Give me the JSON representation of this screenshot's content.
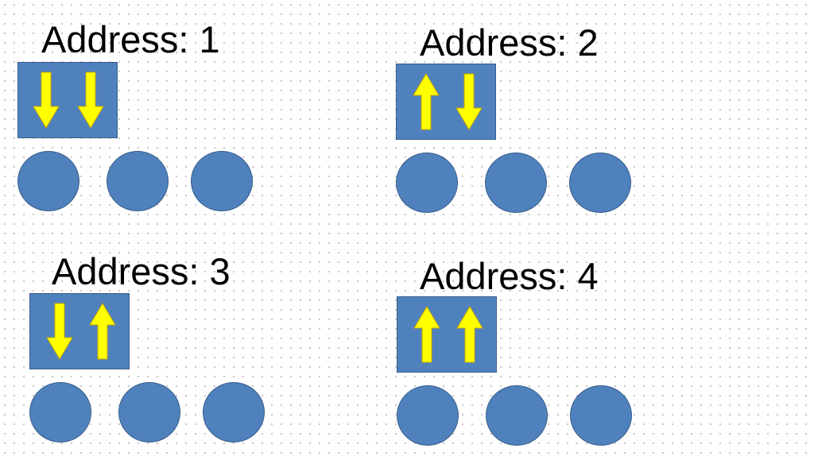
{
  "colors": {
    "box": "#4f81bd",
    "arrow": "#ffff00",
    "arrow_stroke": "#c9a800",
    "circle": "#4f81bd"
  },
  "panels": [
    {
      "title": "Address: 1",
      "arrows": [
        "down",
        "down"
      ],
      "circles": 3
    },
    {
      "title": "Address: 2",
      "arrows": [
        "up",
        "down"
      ],
      "circles": 3
    },
    {
      "title": "Address: 3",
      "arrows": [
        "down",
        "up"
      ],
      "circles": 3
    },
    {
      "title": "Address: 4",
      "arrows": [
        "up",
        "up"
      ],
      "circles": 3
    }
  ]
}
